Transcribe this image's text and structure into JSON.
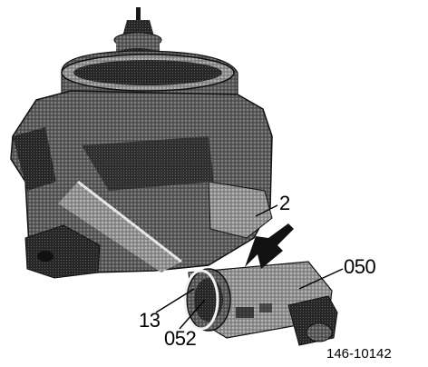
{
  "callouts": {
    "c2": "2",
    "c050": "050",
    "c13": "13",
    "c052": "052"
  },
  "figure_number": "146-10142",
  "colors": {
    "ink": "#000000",
    "dark_metal": "#2a2a2a",
    "mid_metal": "#6e6e6e",
    "light_metal": "#b8b8b8",
    "paper": "#ffffff"
  }
}
